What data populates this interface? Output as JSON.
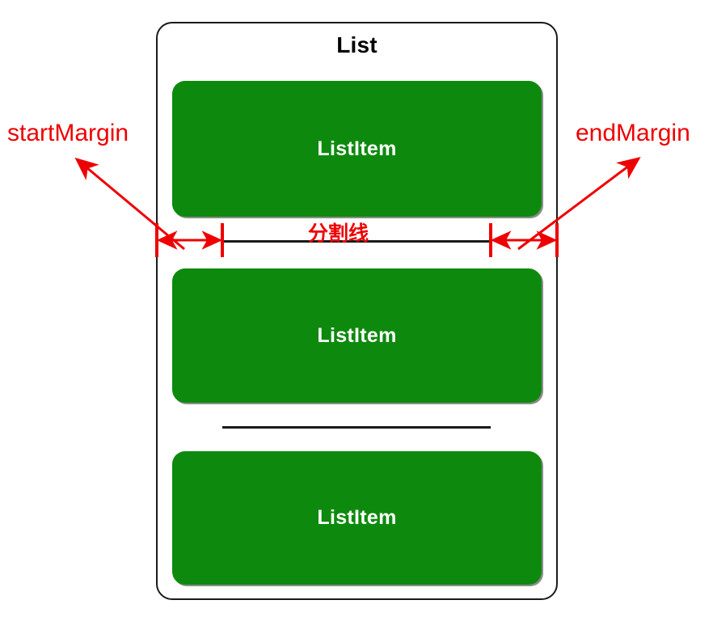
{
  "diagram": {
    "title": "List",
    "container_name": "list-container",
    "colors": {
      "item_fill": "#0d8a0d",
      "item_text": "#ffffff",
      "annotation": "#ee0000",
      "outline": "#1a1a1a",
      "background": "#ffffff"
    }
  },
  "list": {
    "title": "List",
    "items": [
      {
        "label": "ListItem"
      },
      {
        "label": "ListItem"
      },
      {
        "label": "ListItem"
      }
    ],
    "dividers": [
      {
        "label": "分割线",
        "annotated": true
      },
      {
        "label": "",
        "annotated": false
      }
    ]
  },
  "annotations": [
    {
      "name": "start-margin",
      "label": "startMargin",
      "measures": "gap between list left edge and divider start"
    },
    {
      "name": "end-margin",
      "label": "endMargin",
      "measures": "gap between divider end and list right edge"
    },
    {
      "name": "divider-line",
      "label": "分割线",
      "measures": "the divider line between list items"
    }
  ]
}
